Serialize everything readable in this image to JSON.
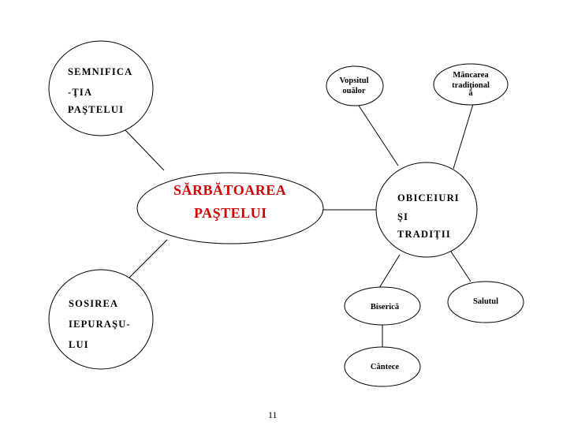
{
  "center": {
    "line1": "SĂRBĂTOAREA",
    "line2": "PAŞTELUI"
  },
  "semnificatia": {
    "line1": "SEMNIFICA",
    "line2": "-ŢIA",
    "line3": "PAŞTELUI"
  },
  "sosirea": {
    "line1": "SOSIREA",
    "line2": "IEPURAŞU-",
    "line3": "LUI"
  },
  "obiceiuri": {
    "line1": "OBICEIURI",
    "line2": "ŞI",
    "line3": "TRADIŢII"
  },
  "vopsitul": {
    "line1": "Vopsitul",
    "line2": "ouălor"
  },
  "mancarea": {
    "line1": "Mâncarea",
    "line2": "tradiţional",
    "line3": "ă"
  },
  "biserica": {
    "label": "Biserică"
  },
  "salutul": {
    "label": "Salutul"
  },
  "cantece": {
    "label": "Cântece"
  },
  "page_number": "11",
  "colors": {
    "center_text": "#d40000",
    "lines": "#000000"
  }
}
